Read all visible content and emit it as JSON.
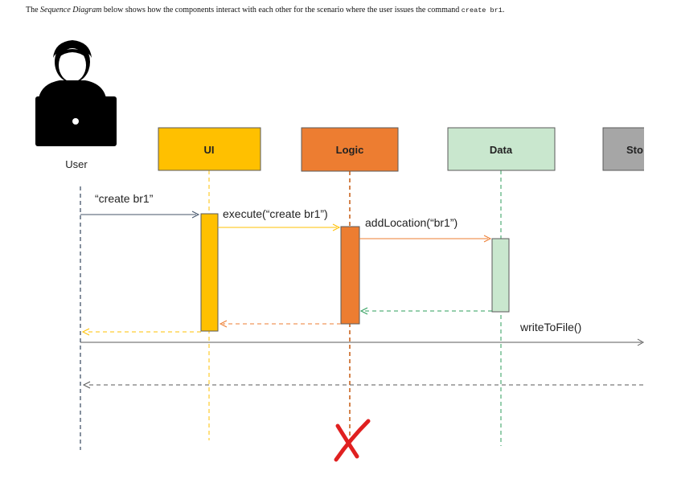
{
  "intro": {
    "lead": "The ",
    "emph": "Sequence Diagram",
    "middle": " below shows how the components interact with each other for the scenario where the user issues the command ",
    "command": "create br1",
    "end": "."
  },
  "actor": {
    "label": "User"
  },
  "participants": [
    {
      "id": "ui",
      "label": "UI",
      "fill": "#FFC000",
      "stroke": "#5a5a5a",
      "lifeline": "#FFC000",
      "activation": "#FFC000"
    },
    {
      "id": "logic",
      "label": "Logic",
      "fill": "#ED7D31",
      "stroke": "#5a5a5a",
      "lifeline": "#C55A11",
      "activation": "#ED7D31"
    },
    {
      "id": "data",
      "label": "Data",
      "fill": "#C9E7CE",
      "stroke": "#5a5a5a",
      "lifeline": "#2E9E5B",
      "activation": "#C9E7CE"
    },
    {
      "id": "storage",
      "label": "Sto",
      "fill": "#A6A6A6",
      "stroke": "#5a5a5a",
      "lifeline": "#808080",
      "activation": "#A6A6A6"
    }
  ],
  "messages": [
    {
      "id": "m1",
      "label": "“create br1”",
      "from": "user",
      "to": "ui",
      "kind": "call",
      "color": "#44546A"
    },
    {
      "id": "m2",
      "label": "execute(“create br1”)",
      "from": "ui",
      "to": "logic",
      "kind": "call",
      "color": "#FFC000"
    },
    {
      "id": "m3",
      "label": "addLocation(“br1”)",
      "from": "logic",
      "to": "data",
      "kind": "call",
      "color": "#ED7D31"
    },
    {
      "id": "m4",
      "label": "",
      "from": "data",
      "to": "logic",
      "kind": "return",
      "color": "#2E9E5B"
    },
    {
      "id": "m5",
      "label": "",
      "from": "logic",
      "to": "ui",
      "kind": "return",
      "color": "#ED7D31"
    },
    {
      "id": "m6",
      "label": "",
      "from": "ui",
      "to": "user",
      "kind": "return",
      "color": "#FFC000"
    },
    {
      "id": "m7",
      "label": "writeToFile()",
      "from": "user",
      "to": "storage",
      "kind": "call",
      "color": "#595959"
    },
    {
      "id": "m8",
      "label": "",
      "from": "storage",
      "to": "user",
      "kind": "return",
      "color": "#595959"
    }
  ],
  "destroy": {
    "target": "logic",
    "color": "#E02020",
    "icon": "destroy-x-icon"
  },
  "colors": {
    "actor": "#000000",
    "userLifeline": "#44546A",
    "laptopDot": "#ffffff"
  }
}
